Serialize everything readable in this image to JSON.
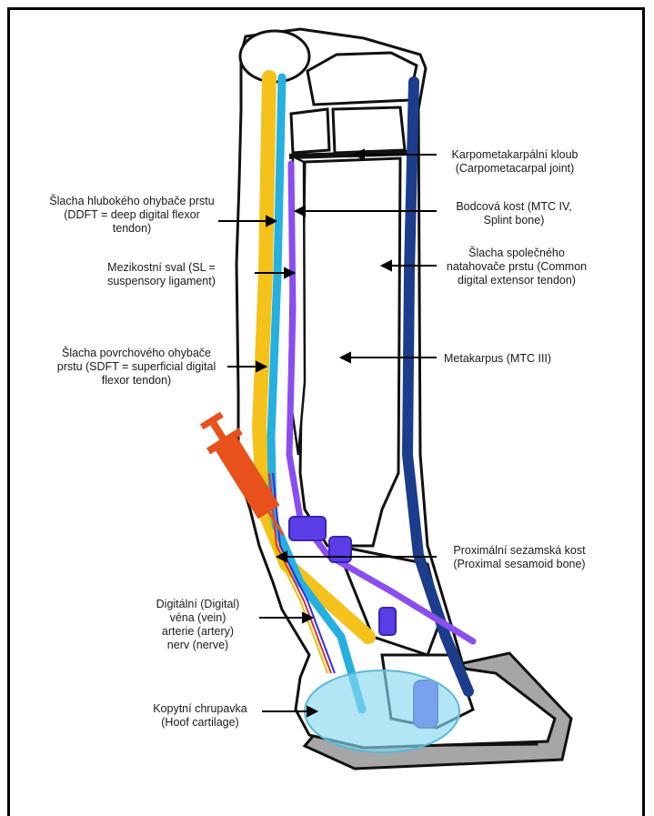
{
  "labels": {
    "carpometacarpal": "Karpometakarpální kloub\n(Carpometacarpal joint)",
    "splint": "Bodcová kost (MTC IV,\nSplint bone)",
    "extensor": "Šlacha společného\nnatahovače prstu (Common\ndigital extensor tendon)",
    "metacarpus": "Metakarpus (MTC III)",
    "sesamoid": "Proximální sezamská kost\n(Proximal sesamoid bone)",
    "ddft": "Šlacha hlubokého ohybače prstu\n(DDFT = deep digital flexor\ntendon)",
    "sl": "Mezikostní sval (SL =\nsuspensory ligament)",
    "sdft": "Šlacha povrchového ohybače\nprstu (SDFT = superficial digital\nflexor tendon)",
    "digital": "Digitální (Digital)\nvéna (vein)\narterie (artery)\nnerv (nerve)",
    "cartilage": "Kopytní chrupavka\n(Hoof cartilage)"
  },
  "colors": {
    "sdft": "#f5c21b",
    "ddft": "#25b0e0",
    "suspensory": "#8a4df0",
    "extensor": "#1c3c8c",
    "hoof": "#a6a6a6",
    "cartilage": "#8ad8f0",
    "syringe": "#e8501c",
    "sesamoid": "#5b3de8"
  }
}
